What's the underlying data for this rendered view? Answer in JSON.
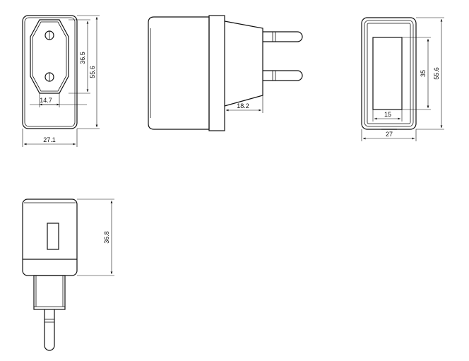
{
  "views": {
    "front": {
      "dims": {
        "socket_height": "36.5",
        "total_height": "55.6",
        "socket_width": "14.7",
        "total_width": "27.1"
      }
    },
    "side": {
      "dims": {
        "plug_depth": "18.2"
      }
    },
    "back": {
      "dims": {
        "port_height": "35",
        "total_height": "55.6",
        "port_width": "15",
        "total_width": "27"
      }
    },
    "bottom": {
      "dims": {
        "height": "36.8"
      }
    }
  }
}
